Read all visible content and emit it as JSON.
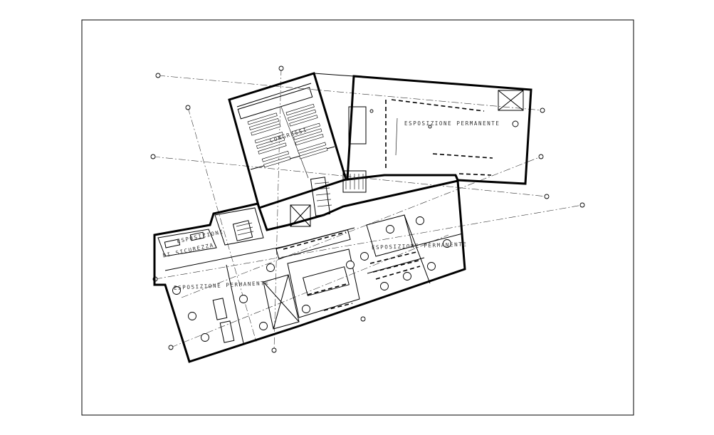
{
  "labels": {
    "perm_top": "ESPOSIZIONE PERMANENTE",
    "congress": "CONGRESSI",
    "temp_1": "ESPOSIZIONI",
    "temp_2": "DI SICUREZZA",
    "perm_left": "ESPOSIZIONE PERMANENTE",
    "perm_right": "ESPOSIZIONE PERMANENTE"
  }
}
